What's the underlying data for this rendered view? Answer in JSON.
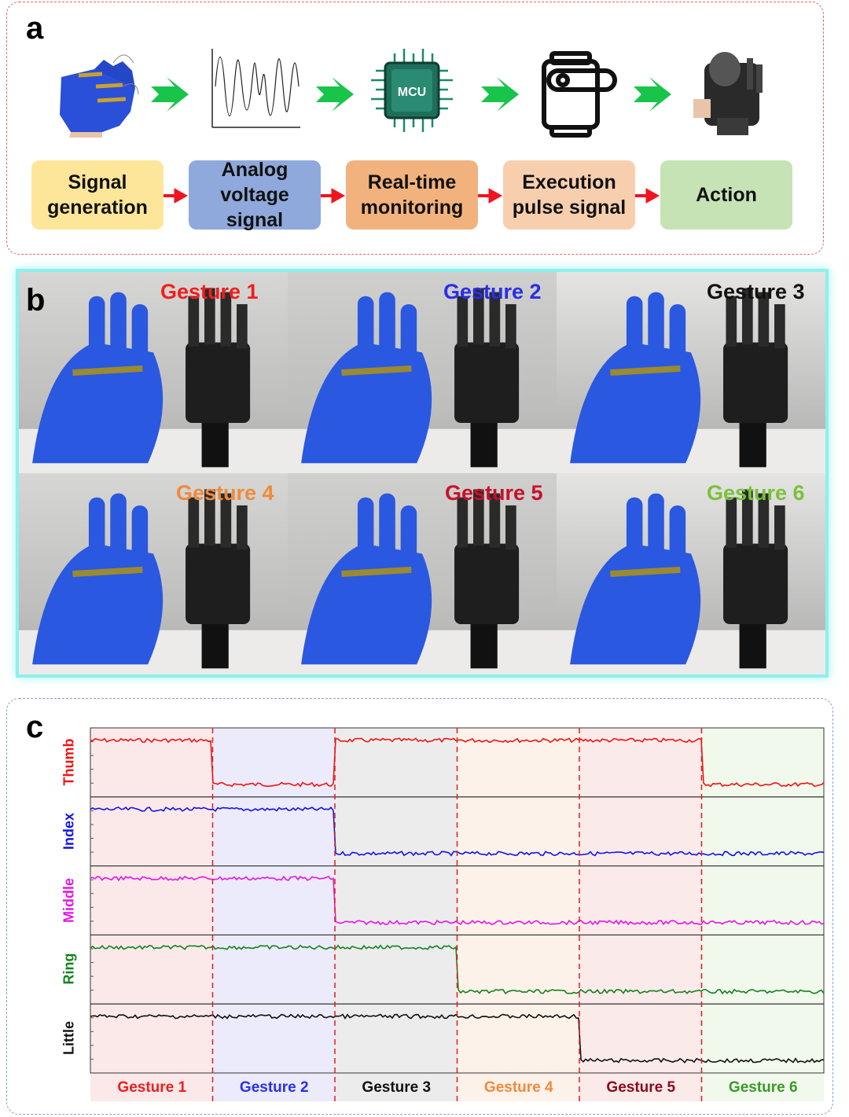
{
  "panel_a": {
    "letter": "a",
    "icons": [
      "hand-glove-icon",
      "waveform-icon",
      "mcu-chip-icon",
      "servo-motor-icon",
      "robot-hand-icon"
    ],
    "mcu_text": "MCU",
    "stages": [
      {
        "label": "Signal generation",
        "color": "#fde69a"
      },
      {
        "label": "Analog voltage signal",
        "color": "#8fa9dc"
      },
      {
        "label": "Real-time monitoring",
        "color": "#f2b27e"
      },
      {
        "label": "Execution pulse signal",
        "color": "#f8cfae"
      },
      {
        "label": "Action",
        "color": "#c6e3b6"
      }
    ],
    "arrow_color": "#19c44b",
    "red_arrow_color": "#f0141e"
  },
  "panel_b": {
    "letter": "b",
    "photos": [
      {
        "title": "Gesture 1",
        "color": "#f01e1e"
      },
      {
        "title": "Gesture 2",
        "color": "#2a2ee8"
      },
      {
        "title": "Gesture 3",
        "color": "#111111"
      },
      {
        "title": "Gesture 4",
        "color": "#f08a3c"
      },
      {
        "title": "Gesture 5",
        "color": "#c8102a"
      },
      {
        "title": "Gesture 6",
        "color": "#7cc03c"
      }
    ]
  },
  "panel_c": {
    "letter": "c",
    "chart_data": {
      "type": "line",
      "fingers": [
        {
          "name": "Thumb",
          "color": "#f01414",
          "high_segments": [
            1,
            0,
            1,
            1,
            1,
            0
          ]
        },
        {
          "name": "Index",
          "color": "#1414e6",
          "high_segments": [
            1,
            1,
            0,
            0,
            0,
            0
          ]
        },
        {
          "name": "Middle",
          "color": "#e614e6",
          "high_segments": [
            1,
            1,
            0,
            0,
            0,
            0
          ]
        },
        {
          "name": "Ring",
          "color": "#14821e",
          "high_segments": [
            1,
            1,
            1,
            0,
            0,
            0
          ]
        },
        {
          "name": "Little",
          "color": "#111111",
          "high_segments": [
            1,
            1,
            1,
            1,
            0,
            0
          ]
        }
      ],
      "gestures": [
        {
          "label": "Gesture 1",
          "label_color": "#f01e1e",
          "bg": "#fbe9e9"
        },
        {
          "label": "Gesture 2",
          "label_color": "#2a2ee8",
          "bg": "#ecebfb"
        },
        {
          "label": "Gesture 3",
          "label_color": "#111111",
          "bg": "#ececec"
        },
        {
          "label": "Gesture 4",
          "label_color": "#f08a3c",
          "bg": "#fdf2ea"
        },
        {
          "label": "Gesture 5",
          "label_color": "#8a0a1e",
          "bg": "#fbeaea"
        },
        {
          "label": "Gesture 6",
          "label_color": "#3a9a28",
          "bg": "#f1f8ec"
        }
      ],
      "divider_color": "#e01e1e"
    }
  }
}
